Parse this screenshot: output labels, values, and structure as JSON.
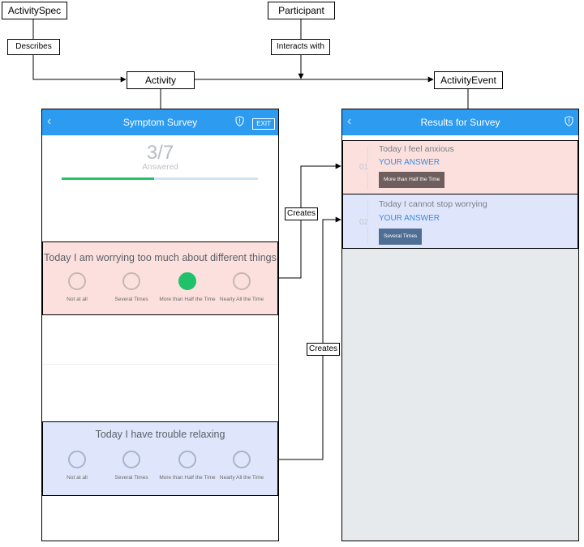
{
  "nodes": {
    "activity_spec": "ActivitySpec",
    "participant": "Participant",
    "activity": "Activity",
    "activity_event": "ActivityEvent",
    "describes": "Describes",
    "interacts_with": "Interacts with"
  },
  "edge_labels": {
    "creates_1": "Creates",
    "creates_2": "Creates"
  },
  "survey": {
    "title": "Symptom Survey",
    "exit_label": "EXIT",
    "progress_count": "3/7",
    "progress_label": "Answered",
    "progress_fraction": 0.47,
    "question1": {
      "text": "Today I am worrying too much about different things",
      "options": [
        "Not at all",
        "Several Times",
        "More than Half the Time",
        "Nearly All the Time"
      ],
      "selected_index": 2
    },
    "question2": {
      "text": "Today I have trouble relaxing",
      "options": [
        "Not at all",
        "Several Times",
        "More than Half the Time",
        "Nearly All the Time"
      ],
      "selected_index": null
    }
  },
  "results": {
    "title": "Results for Survey",
    "items": [
      {
        "number": "01",
        "question": "Today I feel anxious",
        "your_answer_label": "YOUR ANSWER",
        "answer": "More than Half the Time"
      },
      {
        "number": "02",
        "question": "Today I cannot stop worrying",
        "your_answer_label": "YOUR ANSWER",
        "answer": "Several Times"
      }
    ]
  },
  "colors": {
    "header_blue": "#2d9bf0",
    "selected_green": "#1fc16b",
    "red_highlight": "#fce0dd",
    "blue_highlight": "#dfe6fb",
    "answer_chip_red": "#6e5f5e",
    "answer_chip_blue": "#4f6e93"
  },
  "icons": {
    "back": "chevron-left-icon",
    "shield": "shield-alert-icon"
  }
}
